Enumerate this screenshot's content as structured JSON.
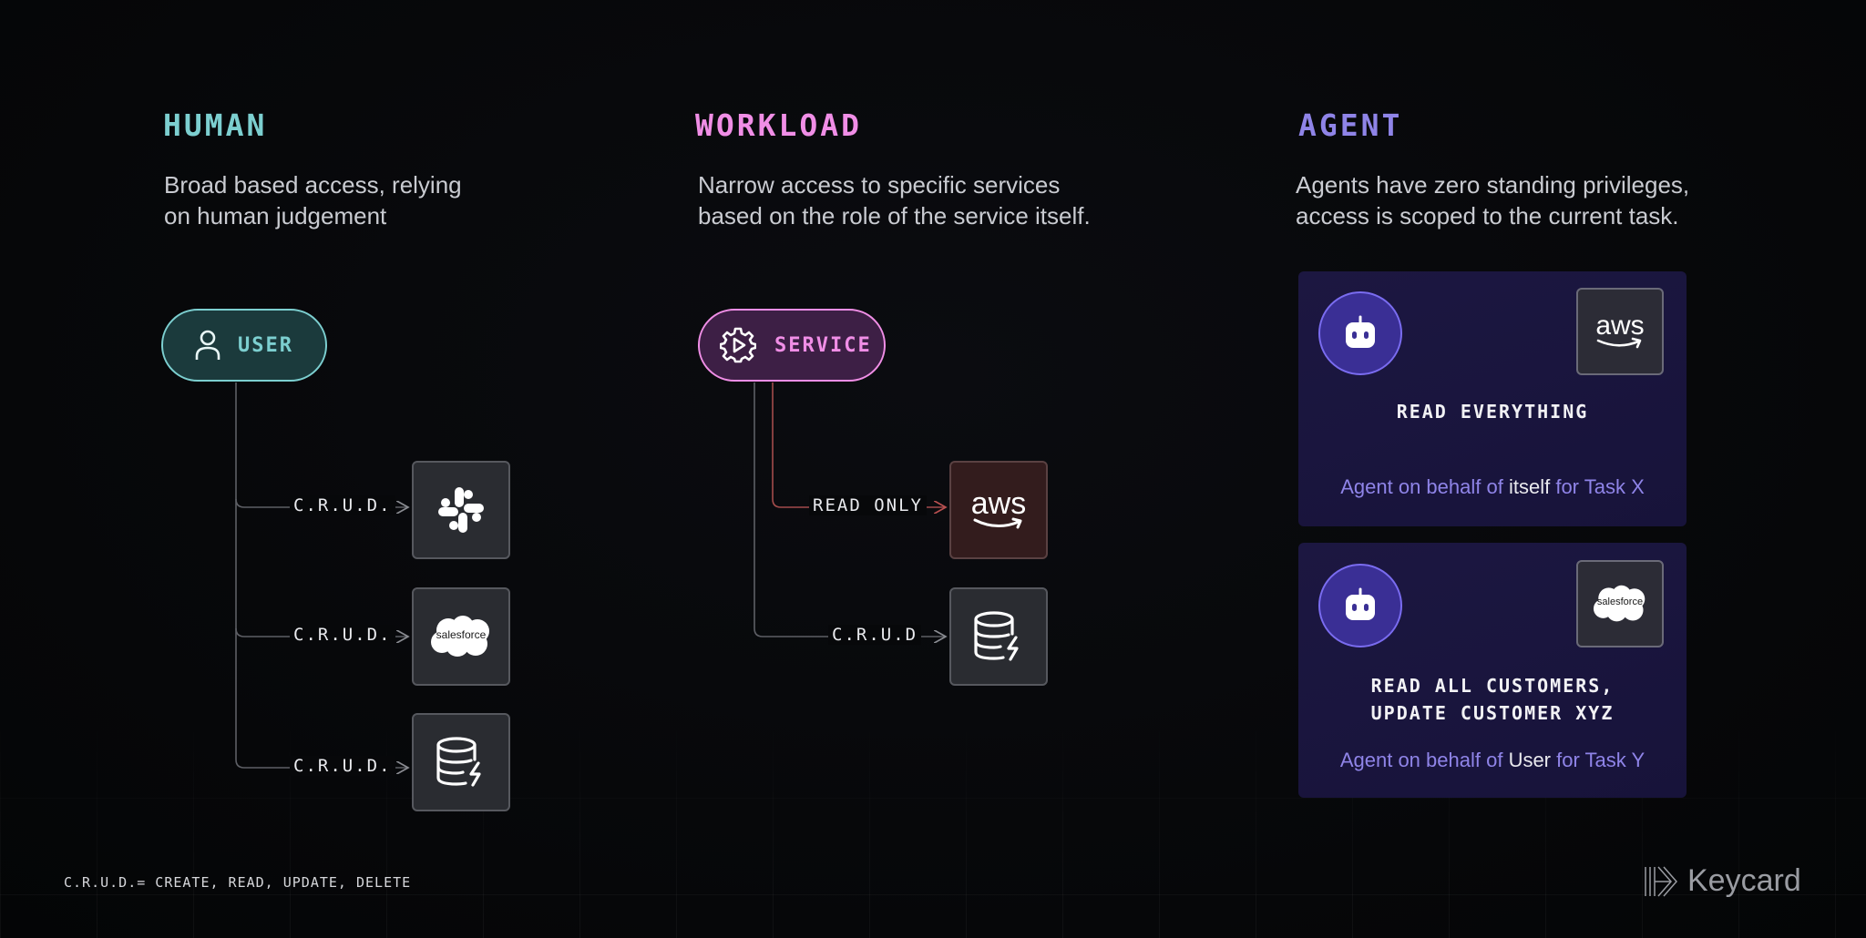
{
  "columns": {
    "human": {
      "title": "HUMAN",
      "description_line1": "Broad based access, relying",
      "description_line2": "on human judgement",
      "node_label": "USER",
      "edges": [
        "C.R.U.D.",
        "C.R.U.D.",
        "C.R.U.D."
      ],
      "targets": [
        "slack-icon",
        "salesforce-icon",
        "database-icon"
      ]
    },
    "workload": {
      "title": "WORKLOAD",
      "description_line1": "Narrow access to specific services",
      "description_line2": "based on the role of the service itself.",
      "node_label": "SERVICE",
      "edges": [
        "READ ONLY",
        "C.R.U.D"
      ],
      "targets": [
        "aws-icon",
        "database-icon"
      ]
    },
    "agent": {
      "title": "AGENT",
      "description_line1": "Agents have zero standing privileges,",
      "description_line2": "access is scoped to the current task.",
      "cards": [
        {
          "target": "aws-icon",
          "task_line1": "READ EVERYTHING",
          "task_line2": "",
          "sub_prefix": "Agent on behalf of",
          "sub_subject": "itself",
          "sub_suffix": "for Task X"
        },
        {
          "target": "salesforce-icon",
          "task_line1": "READ ALL CUSTOMERS,",
          "task_line2": "UPDATE CUSTOMER XYZ",
          "sub_prefix": "Agent on behalf of",
          "sub_subject": "User",
          "sub_suffix": "for Task Y"
        }
      ]
    }
  },
  "icons": {
    "aws_text": "aws",
    "salesforce_text": "salesforce"
  },
  "footer": {
    "legend": "C.R.U.D.= CREATE, READ, UPDATE, DELETE",
    "brand": "Keycard"
  },
  "colors": {
    "human": "#7ccfd0",
    "workload": "#f08ee6",
    "agent": "#8f84e8",
    "readonly_line": "#a24b4b"
  }
}
